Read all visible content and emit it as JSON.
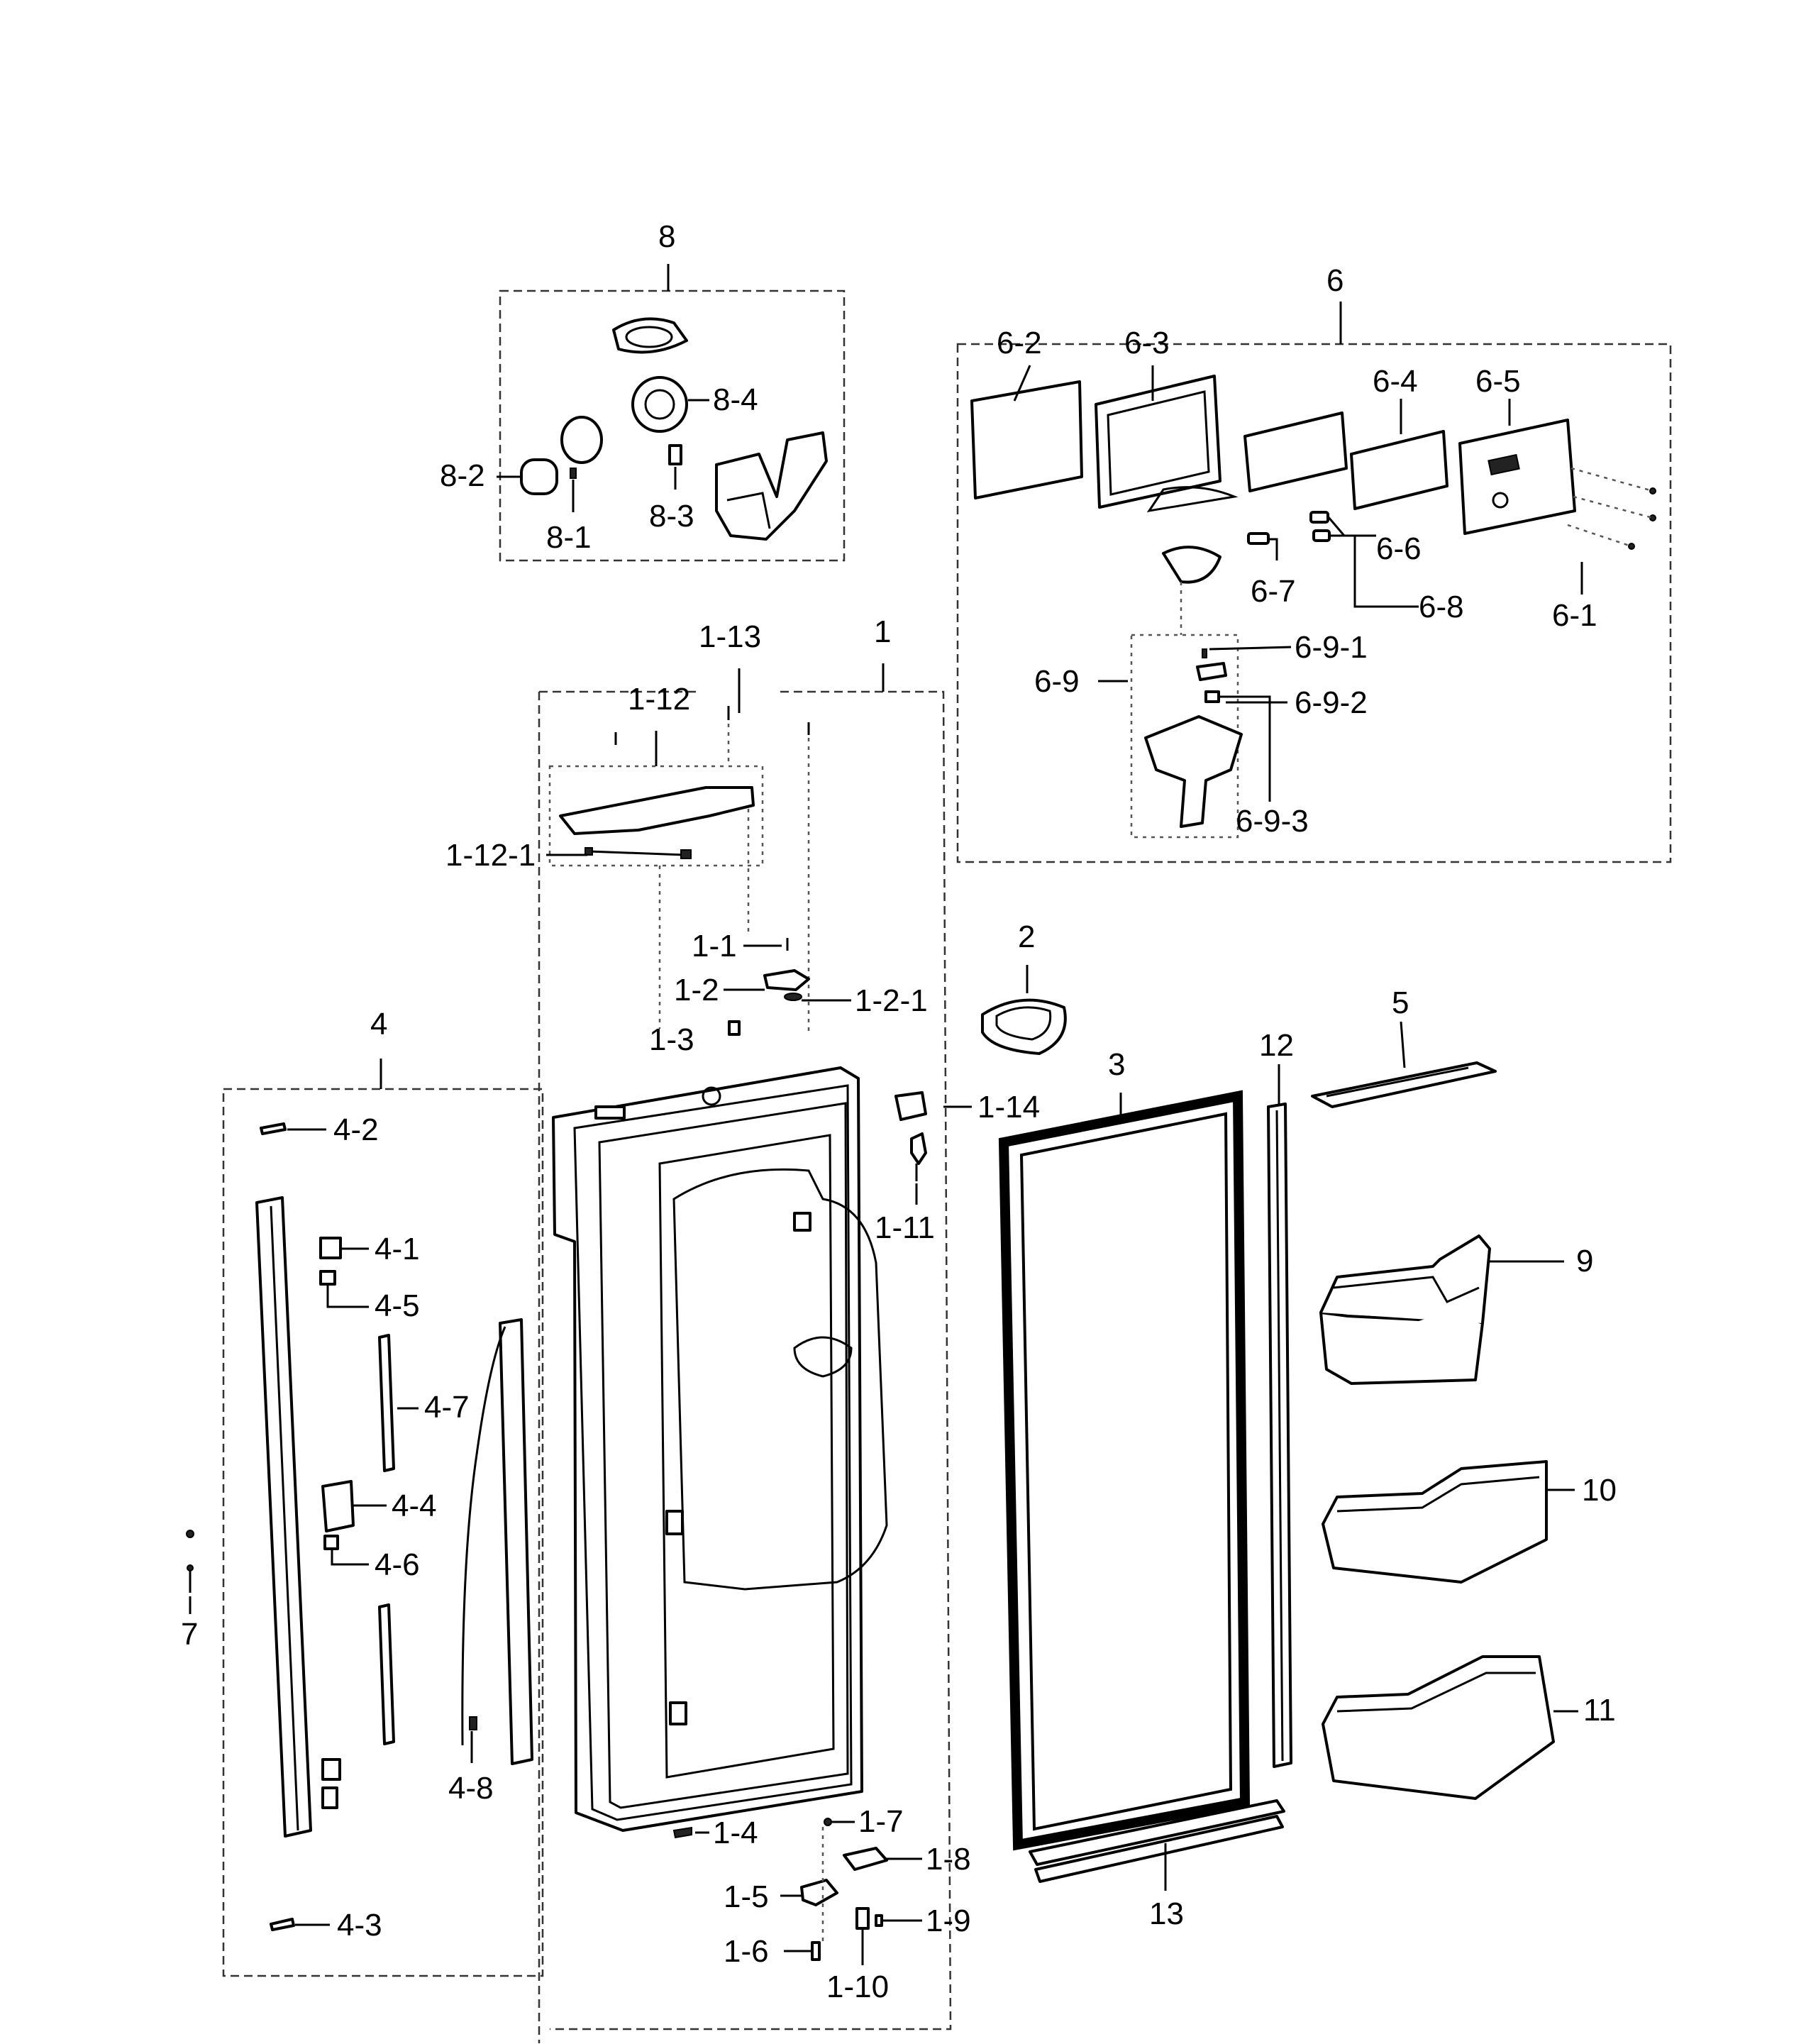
{
  "labels": {
    "l8": "8",
    "l8_4": "8-4",
    "l8_2": "8-2",
    "l8_1": "8-1",
    "l8_3": "8-3",
    "l6": "6",
    "l6_2": "6-2",
    "l6_3": "6-3",
    "l6_4": "6-4",
    "l6_5": "6-5",
    "l6_6": "6-6",
    "l6_7": "6-7",
    "l6_8": "6-8",
    "l6_1": "6-1",
    "l6_9": "6-9",
    "l6_9_1": "6-9-1",
    "l6_9_2": "6-9-2",
    "l6_9_3": "6-9-3",
    "l1": "1",
    "l1_13": "1-13",
    "l1_12": "1-12",
    "l1_12_1": "1-12-1",
    "l1_1": "1-1",
    "l1_2": "1-2",
    "l1_2_1": "1-2-1",
    "l1_3": "1-3",
    "l1_14": "1-14",
    "l1_11": "1-11",
    "l1_4": "1-4",
    "l1_7": "1-7",
    "l1_8": "1-8",
    "l1_5": "1-5",
    "l1_9": "1-9",
    "l1_6": "1-6",
    "l1_10": "1-10",
    "l2": "2",
    "l3": "3",
    "l4": "4",
    "l5": "5",
    "l7": "7",
    "l4_1": "4-1",
    "l4_2": "4-2",
    "l4_3": "4-3",
    "l4_4": "4-4",
    "l4_5": "4-5",
    "l4_6": "4-6",
    "l4_7": "4-7",
    "l4_8": "4-8",
    "l9": "9",
    "l10": "10",
    "l11": "11",
    "l12": "12",
    "l13": "13"
  }
}
